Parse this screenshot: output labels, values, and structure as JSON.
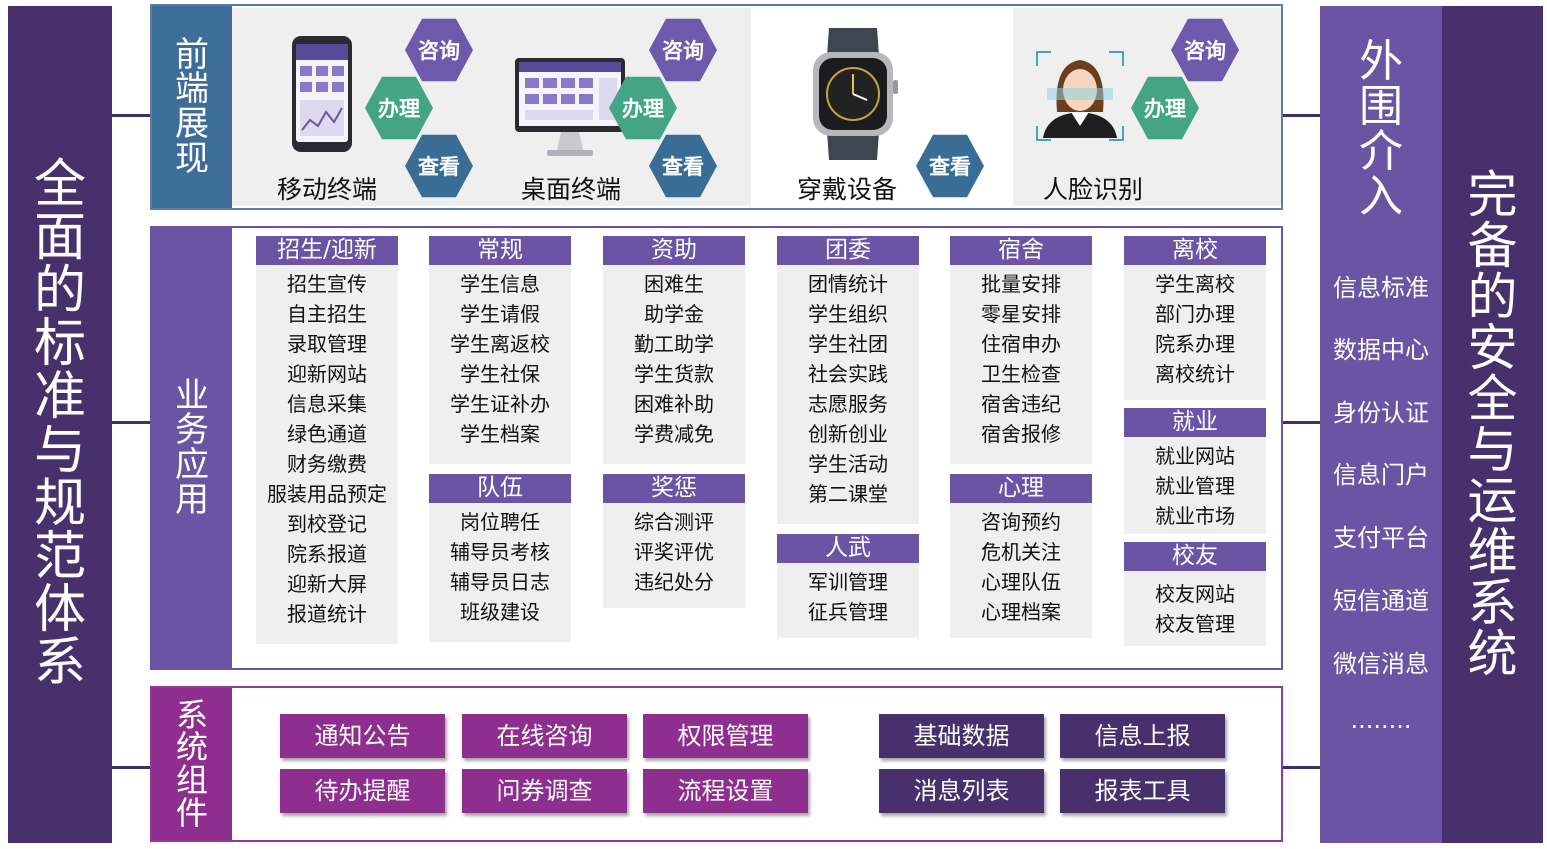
{
  "left_title": "全面的标准与规范体系",
  "right_title": "完备的安全与运维系统",
  "outer": {
    "title": "外围介入",
    "items": [
      "信息标准",
      "数据中心",
      "身份认证",
      "信息门户",
      "支付平台",
      "短信通道",
      "微信消息",
      "........"
    ]
  },
  "front": {
    "label": "前端展现",
    "devices": [
      {
        "name": "移动终端",
        "icon": "mobile-phone-icon",
        "hex": [
          "咨询",
          "办理",
          "查看"
        ]
      },
      {
        "name": "桌面终端",
        "icon": "desktop-monitor-icon",
        "hex": [
          "咨询",
          "办理",
          "查看"
        ]
      },
      {
        "name": "穿戴设备",
        "icon": "smartwatch-icon",
        "hex": [
          "查看"
        ]
      },
      {
        "name": "人脸识别",
        "icon": "face-recognition-icon",
        "hex": [
          "咨询",
          "办理"
        ]
      }
    ]
  },
  "biz": {
    "label": "业务应用",
    "cards": [
      {
        "title": "招生/迎新",
        "items": [
          "招生宣传",
          "自主招生",
          "录取管理",
          "迎新网站",
          "信息采集",
          "绿色通道",
          "财务缴费",
          "服装用品预定",
          "到校登记",
          "院系报道",
          "迎新大屏",
          "报道统计"
        ]
      },
      {
        "title": "常规",
        "items": [
          "学生信息",
          "学生请假",
          "学生离返校",
          "学生社保",
          "学生证补办",
          "学生档案"
        ]
      },
      {
        "title": "队伍",
        "items": [
          "岗位聘任",
          "辅导员考核",
          "辅导员日志",
          "班级建设"
        ]
      },
      {
        "title": "资助",
        "items": [
          "困难生",
          "助学金",
          "勤工助学",
          "学生货款",
          "困难补助",
          "学费减免"
        ]
      },
      {
        "title": "奖惩",
        "items": [
          "综合测评",
          "评奖评优",
          "违纪处分"
        ]
      },
      {
        "title": "团委",
        "items": [
          "团情统计",
          "学生组织",
          "学生社团",
          "社会实践",
          "志愿服务",
          "创新创业",
          "学生活动",
          "第二课堂"
        ]
      },
      {
        "title": "人武",
        "items": [
          "军训管理",
          "征兵管理"
        ]
      },
      {
        "title": "宿舍",
        "items": [
          "批量安排",
          "零星安排",
          "住宿申办",
          "卫生检查",
          "宿舍违纪",
          "宿舍报修"
        ]
      },
      {
        "title": "心理",
        "items": [
          "咨询预约",
          "危机关注",
          "心理队伍",
          "心理档案"
        ]
      },
      {
        "title": "离校",
        "items": [
          "学生离校",
          "部门办理",
          "院系办理",
          "离校统计"
        ]
      },
      {
        "title": "就业",
        "items": [
          "就业网站",
          "就业管理",
          "就业市场"
        ]
      },
      {
        "title": "校友",
        "items": [
          "校友网站",
          "校友管理"
        ]
      }
    ]
  },
  "sys": {
    "label": "系统组件",
    "buttons": [
      "通知公告",
      "在线咨询",
      "权限管理",
      "待办提醒",
      "问券调查",
      "流程设置",
      "基础数据",
      "信息上报",
      "消息列表",
      "报表工具"
    ]
  },
  "colors": {
    "dark_purple": "#48306d",
    "purple": "#6a54a3",
    "blue": "#3f6d9a",
    "magenta": "#8e2f8f",
    "teal": "#44a585"
  }
}
